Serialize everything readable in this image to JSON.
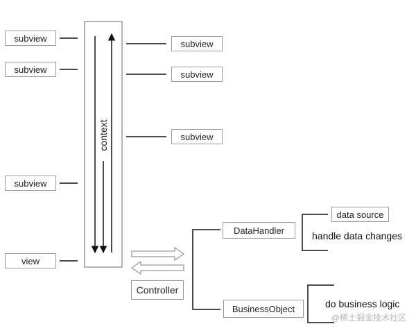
{
  "left_subviews": [
    "subview",
    "subview",
    "subview"
  ],
  "view_label": "view",
  "context_label": "context",
  "right_subviews": [
    "subview",
    "subview",
    "subview"
  ],
  "controller_label": "Controller",
  "data_handler_label": "DataHandler",
  "business_object_label": "BusinessObject",
  "data_source_label": "data source",
  "handle_data_changes_label": "handle data changes",
  "do_business_logic_label": "do business logic",
  "watermark": "@稀土掘金技术社区",
  "colors": {
    "box_border": "#9a9a9a",
    "line": "#111111",
    "watermark": "#b5b5b5"
  }
}
